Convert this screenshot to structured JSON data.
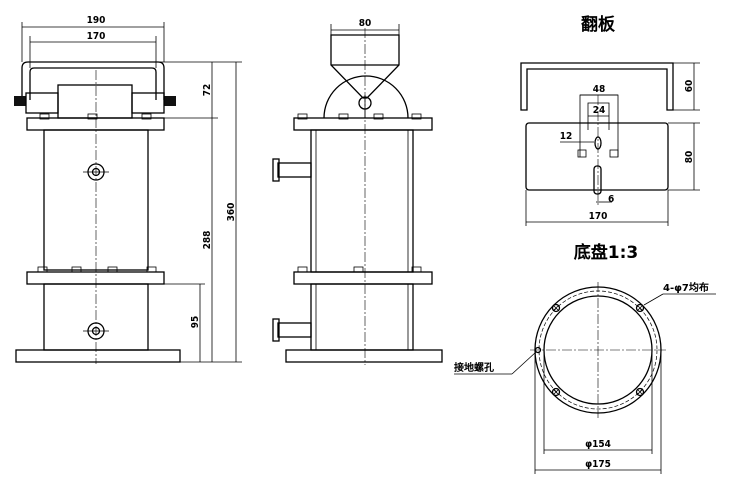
{
  "front_view": {
    "dims": {
      "w190": "190",
      "w170": "170",
      "h72": "72",
      "h360": "360",
      "h288": "288",
      "h95": "95"
    }
  },
  "side_view": {
    "dims": {
      "w80": "80"
    }
  },
  "flap_view": {
    "title": "翻板",
    "dims": {
      "h60": "60",
      "w48": "48",
      "w24": "24",
      "w12": "12",
      "h80": "80",
      "w6": "6",
      "w170": "170"
    }
  },
  "base_view": {
    "title": "底盘1:3",
    "holes_label": "4-φ7均布",
    "ground_label": "接地螺孔",
    "dims": {
      "d154": "φ154",
      "d175": "φ175"
    }
  }
}
